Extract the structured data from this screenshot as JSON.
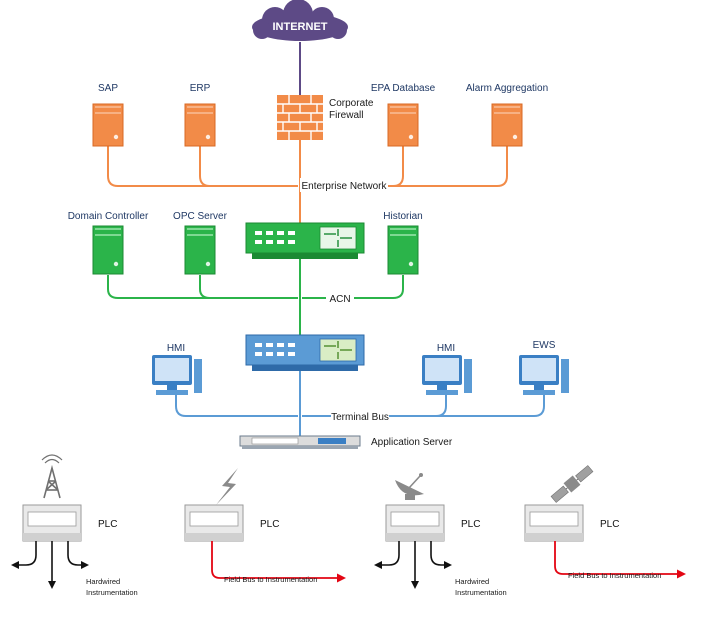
{
  "colors": {
    "orange": "#f28b48",
    "orange_dark": "#d86a24",
    "green": "#2bb44a",
    "green_dark": "#1b8a33",
    "blue": "#5b9bd5",
    "blue_dark": "#2e6aa8",
    "cloud": "#5d4a86",
    "red": "#e30613",
    "gray": "#8a8a8a"
  },
  "cloud": {
    "label": "INTERNET"
  },
  "firewall": {
    "label_line1": "Corporate",
    "label_line2": "Firewall"
  },
  "enterprise": {
    "network_label": "Enterprise Network",
    "servers": [
      {
        "label": "SAP"
      },
      {
        "label": "ERP"
      },
      {
        "label": "EPA Database"
      },
      {
        "label": "Alarm Aggregation"
      }
    ]
  },
  "acn": {
    "network_label": "ACN",
    "servers": [
      {
        "label": "Domain Controller"
      },
      {
        "label": "OPC Server"
      },
      {
        "label": "Historian"
      }
    ]
  },
  "terminal": {
    "bus_label": "Terminal Bus",
    "workstations": [
      {
        "label": "HMI"
      },
      {
        "label": "HMI"
      },
      {
        "label": "EWS"
      }
    ],
    "app_server_label": "Application Server"
  },
  "field": {
    "plcs": [
      {
        "label": "PLC",
        "link": "Hardwired",
        "link_line2": "Instrumentation",
        "comm_icon": "radio-tower-icon"
      },
      {
        "label": "PLC",
        "link": "Field Bus to Instrumentation",
        "link_line2": "",
        "comm_icon": "lightning-icon"
      },
      {
        "label": "PLC",
        "link": "Hardwired",
        "link_line2": "Instrumentation",
        "comm_icon": "satellite-dish-icon"
      },
      {
        "label": "PLC",
        "link": "Field Bus to Instrumentation",
        "link_line2": "",
        "comm_icon": "satellite-icon"
      }
    ]
  }
}
